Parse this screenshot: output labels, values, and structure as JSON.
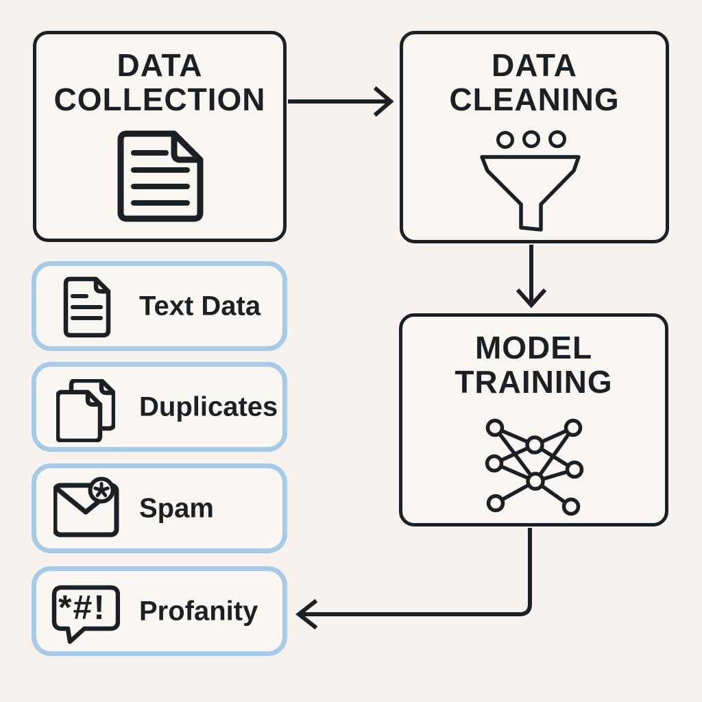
{
  "palette": {
    "background": "#f7f2ee",
    "ink": "#1b2025",
    "chip_border": "#a6cbe9",
    "panel_fill": "#f9f5f1"
  },
  "process_boxes": [
    {
      "id": "data-collection",
      "title_line1": "DATA",
      "title_line2": "COLLECTION",
      "icon": "document-icon"
    },
    {
      "id": "data-cleaning",
      "title_line1": "DATA",
      "title_line2": "CLEANING",
      "icon": "funnel-icon"
    },
    {
      "id": "model-training",
      "title_line1": "MODEL",
      "title_line2": "TRAINING",
      "icon": "neural-network-icon"
    }
  ],
  "chips": [
    {
      "id": "text-data",
      "label": "Text Data",
      "icon": "document-icon"
    },
    {
      "id": "duplicates",
      "label": "Duplicates",
      "icon": "copies-icon"
    },
    {
      "id": "spam",
      "label": "Spam",
      "icon": "spam-envelope-icon"
    },
    {
      "id": "profanity",
      "label": "Profanity",
      "icon": "speech-bubble-icon",
      "bubble_text": "*#!"
    }
  ],
  "arrows": [
    {
      "from": "data-collection",
      "to": "data-cleaning"
    },
    {
      "from": "data-cleaning",
      "to": "model-training"
    },
    {
      "from": "model-training",
      "to": "profanity"
    }
  ]
}
